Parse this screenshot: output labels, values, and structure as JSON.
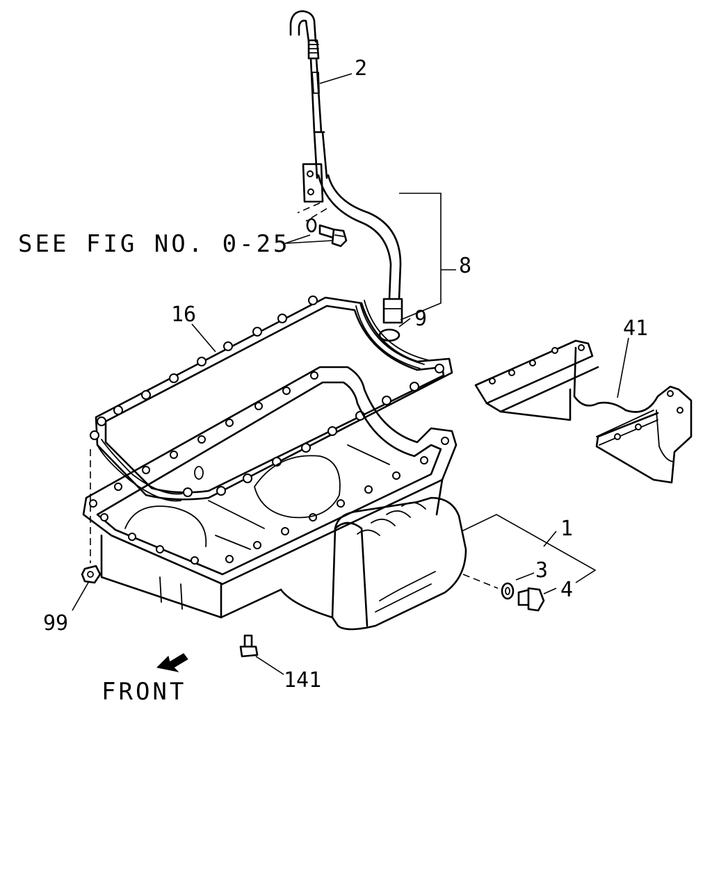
{
  "diagram": {
    "callouts": {
      "dipstick": "2",
      "guide_tube": "8",
      "o_ring": "9",
      "gasket": "16",
      "baffle": "41",
      "oil_pan": "1",
      "washer": "3",
      "drain_plug": "4",
      "nut": "99",
      "stud": "141"
    },
    "reference_note": "SEE FIG NO. 0-25",
    "direction_label": "FRONT",
    "colors": {
      "line": "#000000",
      "background": "#ffffff"
    }
  }
}
